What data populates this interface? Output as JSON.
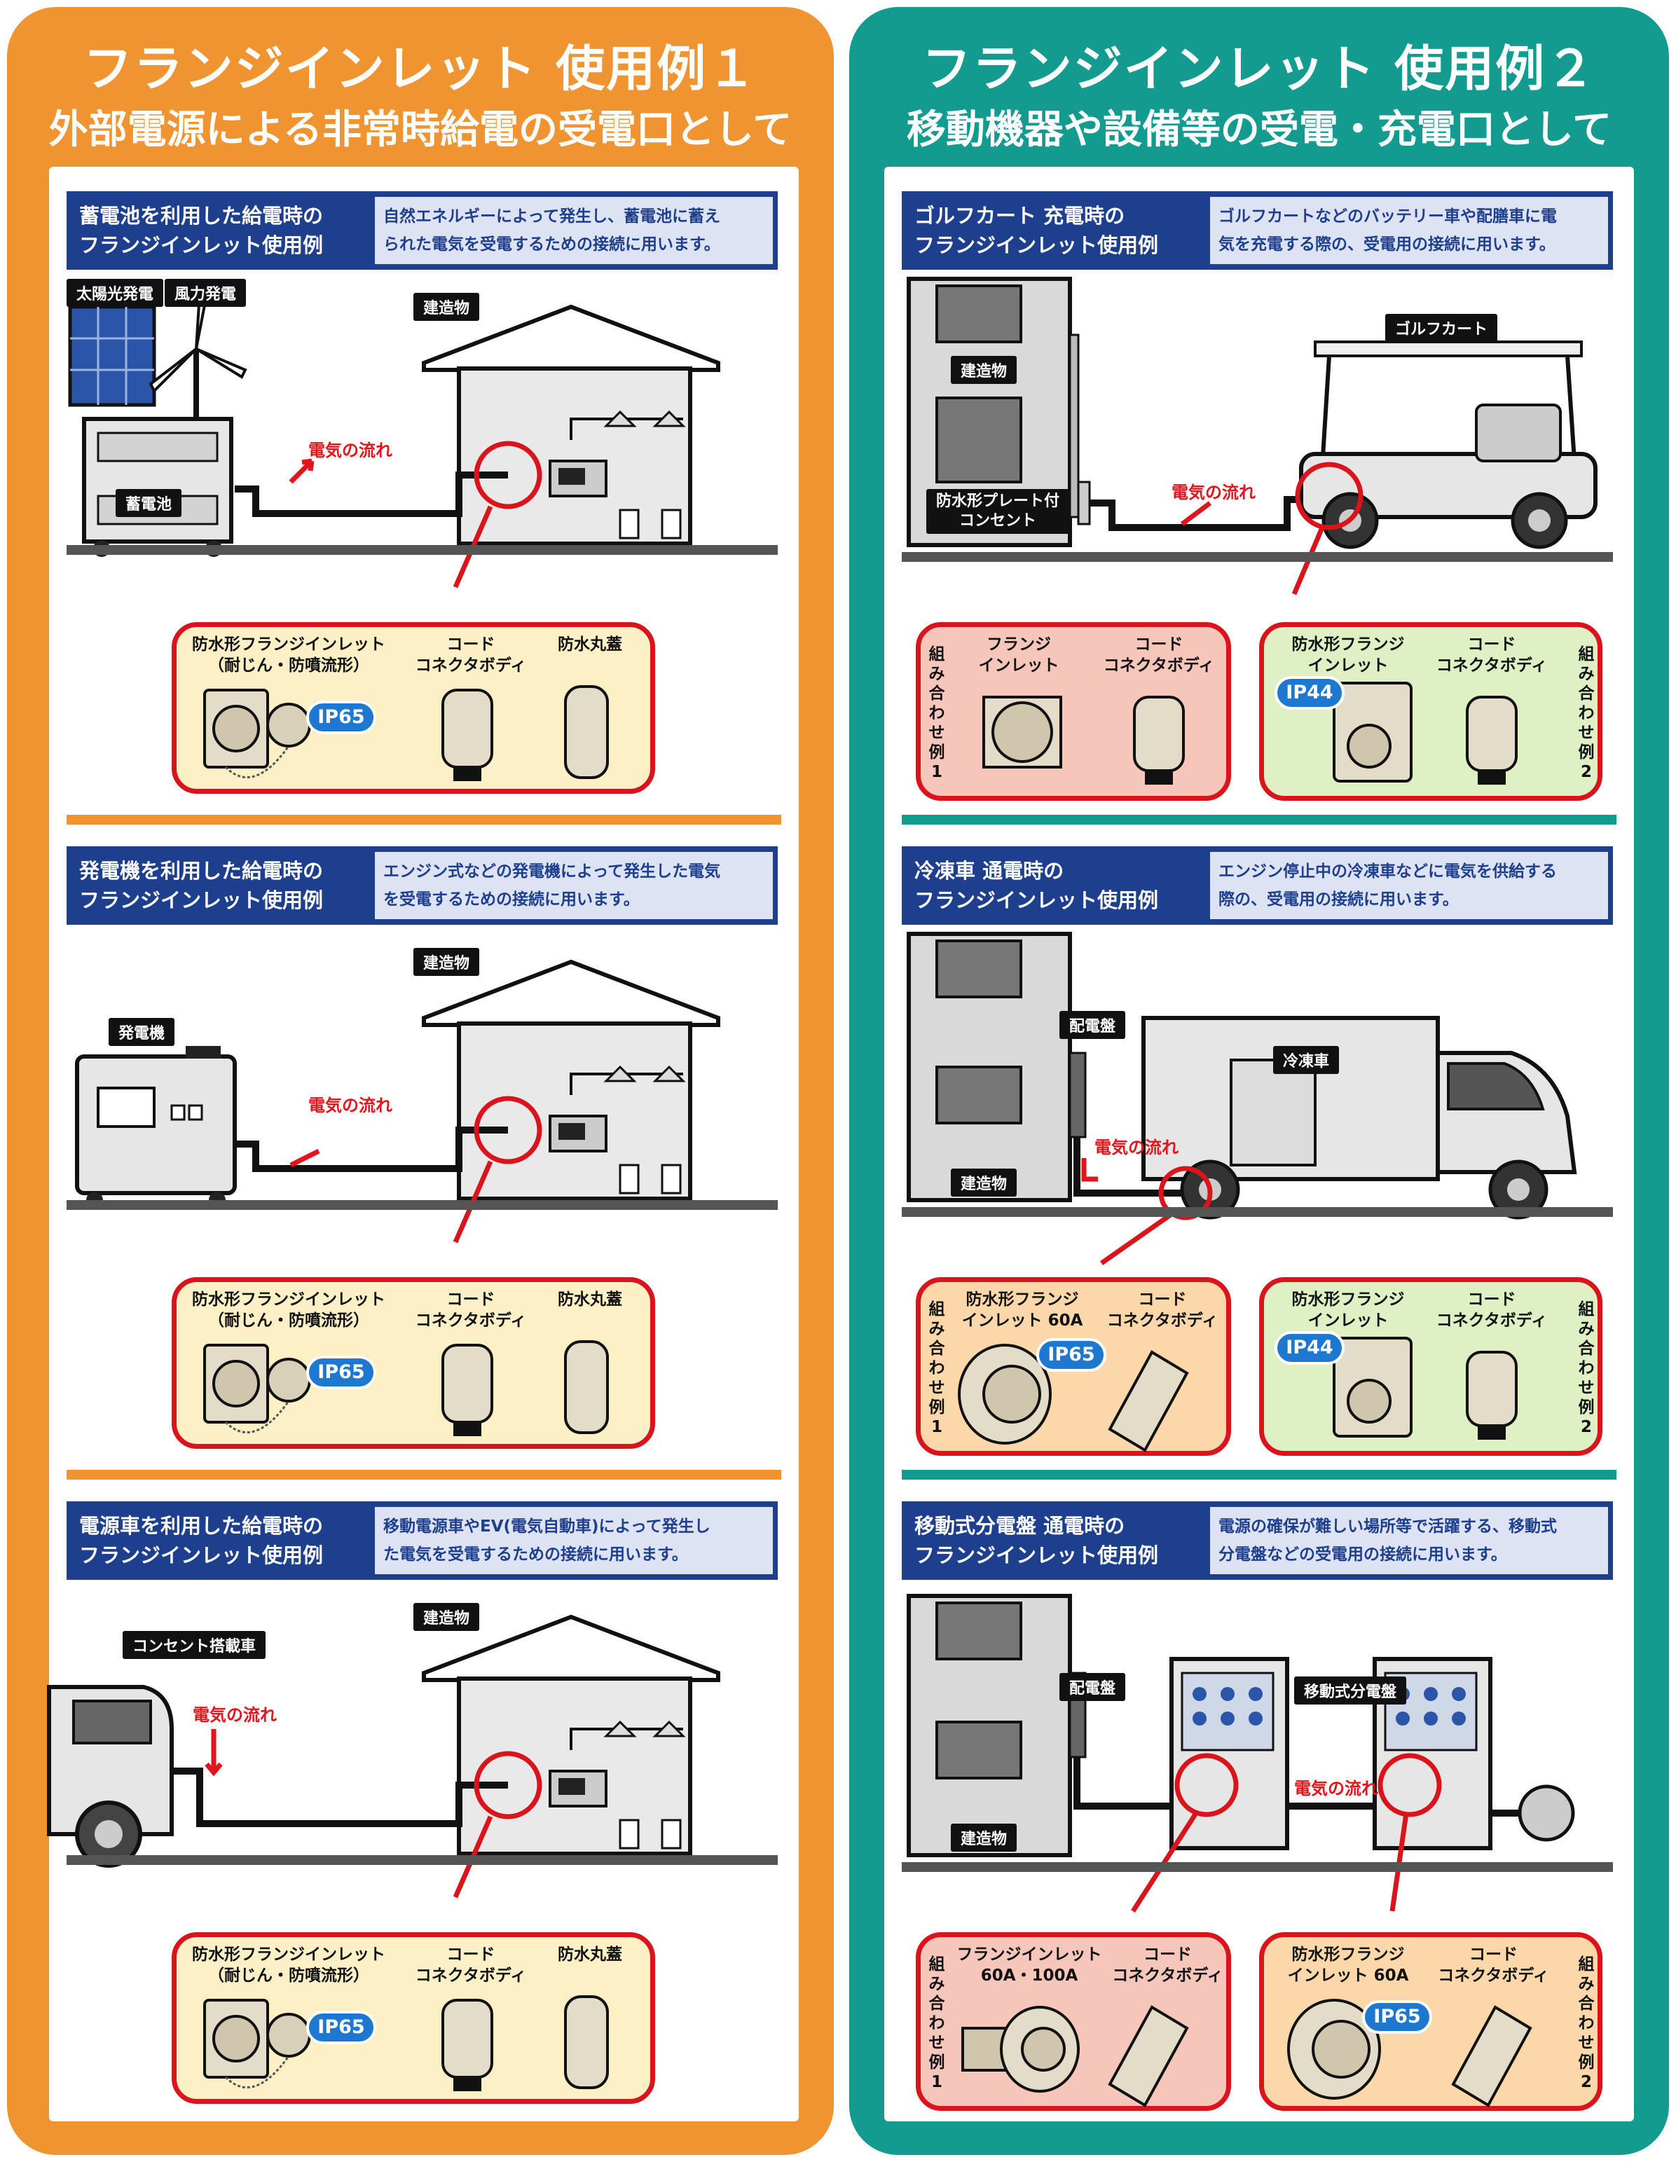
{
  "left": {
    "title": "フランジインレット 使用例１",
    "subtitle": "外部電源による非常時給電の受電口として",
    "sections": [
      {
        "title": "蓄電池を利用した給電時の\nフランジインレット使用例",
        "desc": "自然エネルギーによって発生し、蓄電池に蓄え\nられた電気を受電するための接続に用います。",
        "tags": [
          "太陽光発電",
          "風力発電",
          "蓄電池",
          "建造物"
        ],
        "flow": "電気の流れ",
        "products": [
          "防水形フランジインレット\n（耐じん・防噴流形）",
          "コード\nコネクタボディ",
          "防水丸蓋"
        ],
        "ip": "IP65"
      },
      {
        "title": "発電機を利用した給電時の\nフランジインレット使用例",
        "desc": "エンジン式などの発電機によって発生した電気\nを受電するための接続に用います。",
        "tags": [
          "発電機",
          "建造物"
        ],
        "flow": "電気の流れ",
        "products": [
          "防水形フランジインレット\n（耐じん・防噴流形）",
          "コード\nコネクタボディ",
          "防水丸蓋"
        ],
        "ip": "IP65"
      },
      {
        "title": "電源車を利用した給電時の\nフランジインレット使用例",
        "desc": "移動電源車やEV(電気自動車)によって発生し\nた電気を受電するための接続に用います。",
        "tags": [
          "コンセント搭載車",
          "建造物"
        ],
        "flow": "電気の流れ",
        "products": [
          "防水形フランジインレット\n（耐じん・防噴流形）",
          "コード\nコネクタボディ",
          "防水丸蓋"
        ],
        "ip": "IP65"
      }
    ]
  },
  "right": {
    "title": "フランジインレット 使用例２",
    "subtitle": "移動機器や設備等の受電・充電口として",
    "sections": [
      {
        "title": "ゴルフカート 充電時の\nフランジインレット使用例",
        "desc": "ゴルフカートなどのバッテリー車や配膳車に電\n気を充電する際の、受電用の接続に用います。",
        "tags": [
          "建造物",
          "防水形プレート付\nコンセント",
          "ゴルフカート"
        ],
        "flow": "電気の流れ",
        "combo1": {
          "label": "組み合わせ例1",
          "products": [
            "フランジ\nインレット",
            "コード\nコネクタボディ"
          ]
        },
        "combo2": {
          "label": "組み合わせ例2",
          "products": [
            "防水形フランジ\nインレット",
            "コード\nコネクタボディ"
          ],
          "ip": "IP44"
        }
      },
      {
        "title": "冷凍車 通電時の\nフランジインレット使用例",
        "desc": "エンジン停止中の冷凍車などに電気を供給する\n際の、受電用の接続に用います。",
        "tags": [
          "配電盤",
          "冷凍車",
          "建造物"
        ],
        "flow": "電気の流れ",
        "combo1": {
          "label": "組み合わせ例1",
          "products": [
            "防水形フランジ\nインレット 60A",
            "コード\nコネクタボディ"
          ],
          "ip": "IP65"
        },
        "combo2": {
          "label": "組み合わせ例2",
          "products": [
            "防水形フランジ\nインレット",
            "コード\nコネクタボディ"
          ],
          "ip": "IP44"
        }
      },
      {
        "title": "移動式分電盤 通電時の\nフランジインレット使用例",
        "desc": "電源の確保が難しい場所等で活躍する、移動式\n分電盤などの受電用の接続に用います。",
        "tags": [
          "配電盤",
          "移動式分電盤",
          "建造物"
        ],
        "flow": "電気の流れ",
        "combo1": {
          "label": "組み合わせ例1",
          "products": [
            "フランジインレット\n60A・100A",
            "コード\nコネクタボディ"
          ]
        },
        "combo2": {
          "label": "組み合わせ例2",
          "products": [
            "防水形フランジ\nインレット 60A",
            "コード\nコネクタボディ"
          ],
          "ip": "IP65"
        }
      }
    ]
  },
  "colors": {
    "orange": "#ef9431",
    "teal": "#139b90",
    "navy": "#1e3f8e",
    "red": "#d9141c"
  }
}
